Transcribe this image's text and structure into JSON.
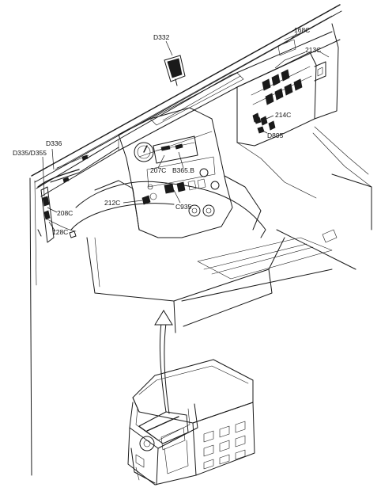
{
  "labels": {
    "d332": "D332",
    "c168": "168C",
    "c213": "213C",
    "c214": "214C",
    "d895": "D895",
    "d336": "D336",
    "d335_d355": "D335/D355",
    "c207": "207C",
    "b365": "B365.B",
    "c212": "212C",
    "c935": "C935",
    "c208": "208C",
    "c128": "128C"
  },
  "colors": {
    "line": "#1a1a1a",
    "background": "#ffffff"
  }
}
